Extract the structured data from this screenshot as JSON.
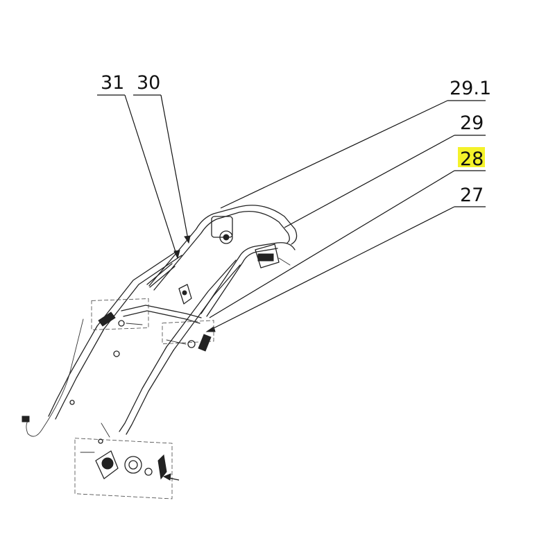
{
  "callouts": [
    {
      "id": "31",
      "label": "31",
      "highlighted": false
    },
    {
      "id": "30",
      "label": "30",
      "highlighted": false
    },
    {
      "id": "29_1",
      "label": "29.1",
      "highlighted": false
    },
    {
      "id": "29",
      "label": "29",
      "highlighted": false
    },
    {
      "id": "28",
      "label": "28",
      "highlighted": true
    },
    {
      "id": "27",
      "label": "27",
      "highlighted": false
    }
  ],
  "colors": {
    "highlight": "#f4f22a",
    "ink": "#111111",
    "background": "#ffffff"
  }
}
